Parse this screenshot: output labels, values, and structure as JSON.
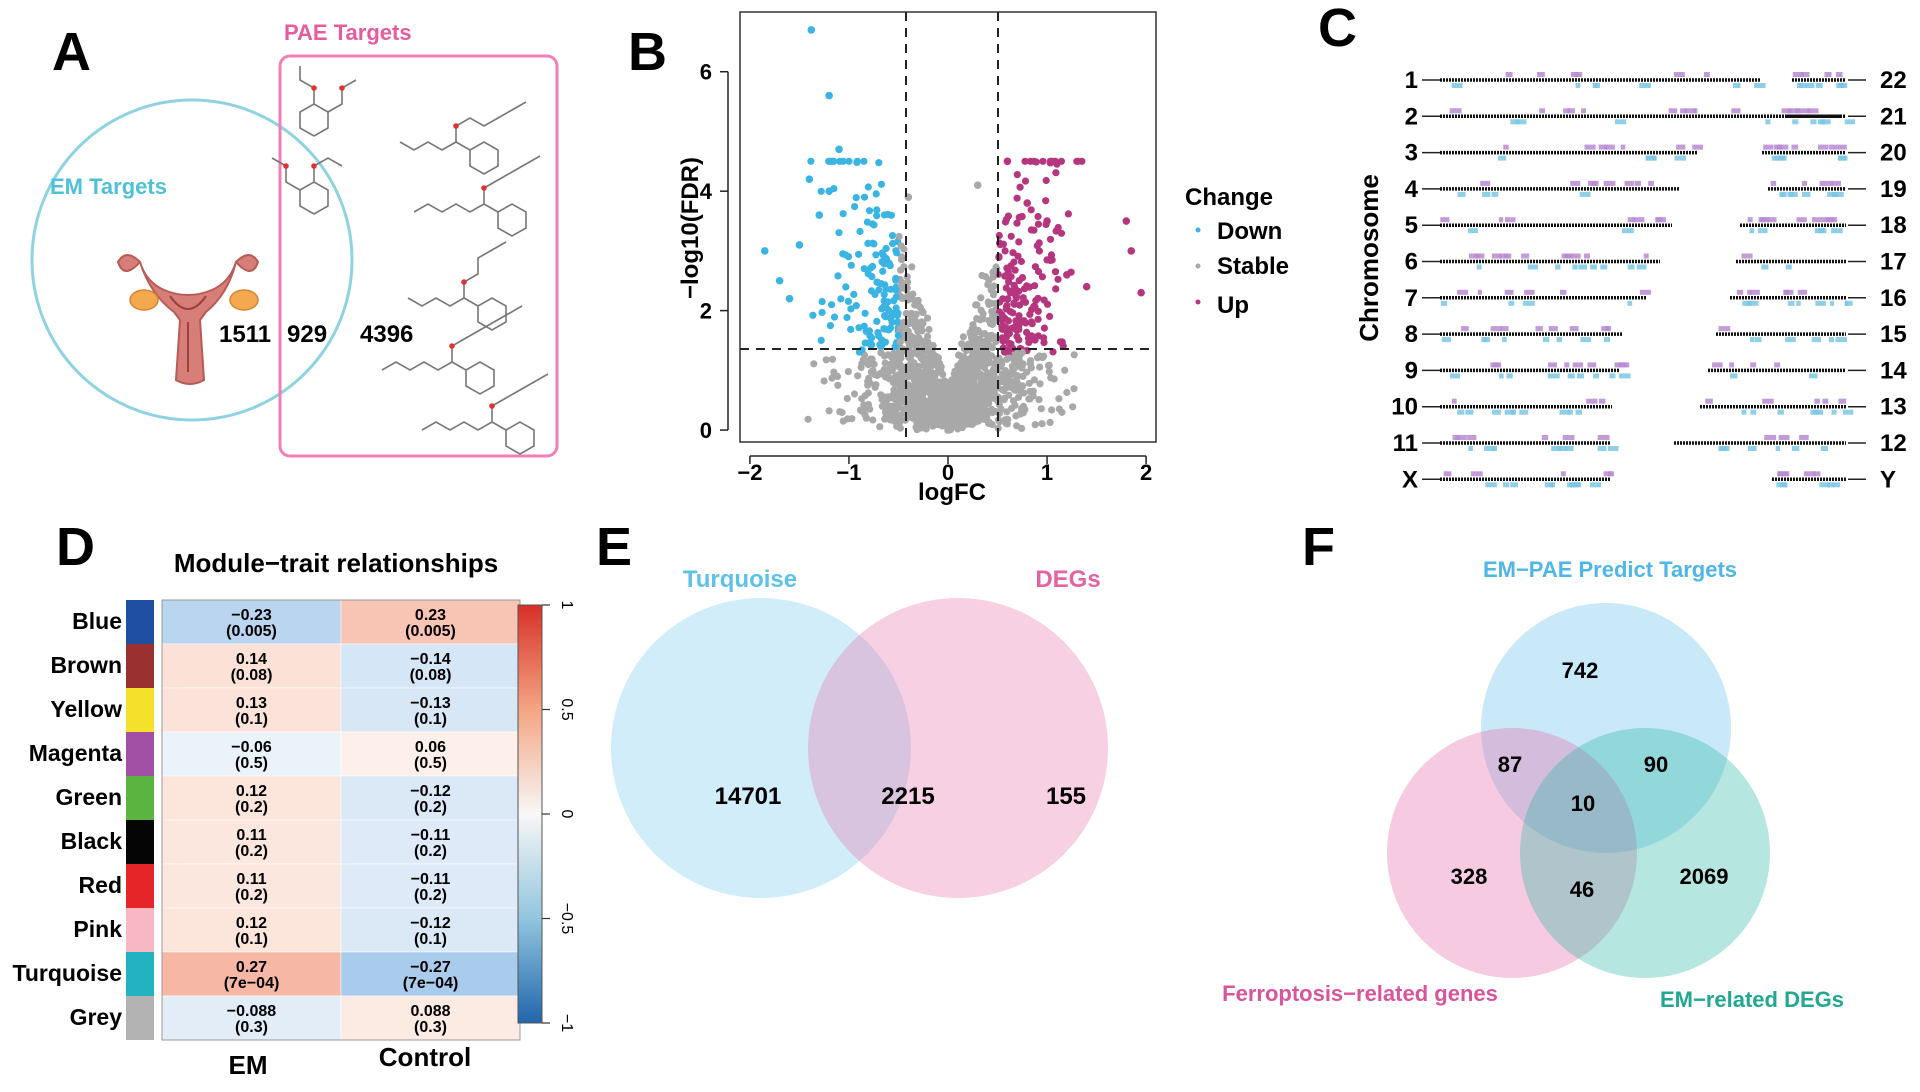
{
  "panels": {
    "A": "A",
    "B": "B",
    "C": "C",
    "D": "D",
    "E": "E",
    "F": "F"
  },
  "panelA": {
    "em_label": "EM Targets",
    "pae_label": "PAE Targets",
    "em_only": "1511",
    "overlap": "929",
    "pae_only": "4396",
    "em_color": "#8fd3e3",
    "pae_color": "#ef7fb4"
  },
  "panelB": {
    "xlabel": "logFC",
    "ylabel": "−log10(FDR)",
    "legend_title": "Change",
    "legend": [
      "Down",
      "Stable",
      "Up"
    ],
    "colors": {
      "Down": "#3ab4e2",
      "Stable": "#a8a8a8",
      "Up": "#b5367e"
    },
    "x_ticks": [
      "−2",
      "−1",
      "0",
      "1",
      "2"
    ],
    "y_ticks": [
      "0",
      "2",
      "4",
      "6"
    ]
  },
  "panelC": {
    "ylabel": "Chromosome",
    "left_labels": [
      "1",
      "2",
      "3",
      "4",
      "5",
      "6",
      "7",
      "8",
      "9",
      "10",
      "11",
      "X"
    ],
    "right_labels": [
      "22",
      "21",
      "20",
      "19",
      "18",
      "17",
      "16",
      "15",
      "14",
      "13",
      "12",
      "Y"
    ]
  },
  "panelD": {
    "title": "Module−trait relationships",
    "columns": [
      "EM",
      "Control"
    ],
    "modules": [
      {
        "name": "Blue",
        "color": "#1f4fa3",
        "em": "−0.23",
        "em_p": "(0.005)",
        "ctrl": "0.23",
        "ctrl_p": "(0.005)",
        "em_fill": "#b9d5ef",
        "ctrl_fill": "#f8c4b3"
      },
      {
        "name": "Brown",
        "color": "#9b3030",
        "em": "0.14",
        "em_p": "(0.08)",
        "ctrl": "−0.14",
        "ctrl_p": "(0.08)",
        "em_fill": "#fbe1d6",
        "ctrl_fill": "#d5e6f6"
      },
      {
        "name": "Yellow",
        "color": "#f4e12c",
        "em": "0.13",
        "em_p": "(0.1)",
        "ctrl": "−0.13",
        "ctrl_p": "(0.1)",
        "em_fill": "#fbe3d9",
        "ctrl_fill": "#d8e7f6"
      },
      {
        "name": "Magenta",
        "color": "#a24fa6",
        "em": "−0.06",
        "em_p": "(0.5)",
        "ctrl": "0.06",
        "ctrl_p": "(0.5)",
        "em_fill": "#eaf2fa",
        "ctrl_fill": "#fdf0ea"
      },
      {
        "name": "Green",
        "color": "#5bb340",
        "em": "0.12",
        "em_p": "(0.2)",
        "ctrl": "−0.12",
        "ctrl_p": "(0.2)",
        "em_fill": "#fce5db",
        "ctrl_fill": "#dbe9f7"
      },
      {
        "name": "Black",
        "color": "#050505",
        "em": "0.11",
        "em_p": "(0.2)",
        "ctrl": "−0.11",
        "ctrl_p": "(0.2)",
        "em_fill": "#fce7de",
        "ctrl_fill": "#deeaf7"
      },
      {
        "name": "Red",
        "color": "#e52528",
        "em": "0.11",
        "em_p": "(0.2)",
        "ctrl": "−0.11",
        "ctrl_p": "(0.2)",
        "em_fill": "#fce7de",
        "ctrl_fill": "#deeaf7"
      },
      {
        "name": "Pink",
        "color": "#f7b8c4",
        "em": "0.12",
        "em_p": "(0.1)",
        "ctrl": "−0.12",
        "ctrl_p": "(0.1)",
        "em_fill": "#fce5db",
        "ctrl_fill": "#dbe9f7"
      },
      {
        "name": "Turquoise",
        "color": "#22b3c0",
        "em": "0.27",
        "em_p": "(7e−04)",
        "ctrl": "−0.27",
        "ctrl_p": "(7e−04)",
        "em_fill": "#f6b8a5",
        "ctrl_fill": "#a9cbec"
      },
      {
        "name": "Grey",
        "color": "#b3b3b3",
        "em": "−0.088",
        "em_p": "(0.3)",
        "ctrl": "0.088",
        "ctrl_p": "(0.3)",
        "em_fill": "#e2edf8",
        "ctrl_fill": "#fcebe3"
      }
    ],
    "scale_ticks": [
      "1",
      "0.5",
      "0",
      "−0.5",
      "−1"
    ]
  },
  "panelE": {
    "left_label": "Turquoise",
    "right_label": "DEGs",
    "left_only": "14701",
    "overlap": "2215",
    "right_only": "155",
    "left_color": "#62c4ec",
    "right_color": "#e878b0"
  },
  "panelF": {
    "top_label": "EM−PAE Predict Targets",
    "left_label": "Ferroptosis−related genes",
    "right_label": "EM−related DEGs",
    "top_only": "742",
    "left_only": "328",
    "right_only": "2069",
    "top_left": "87",
    "top_right": "90",
    "left_right": "46",
    "center": "10",
    "top_color": "#4fb6e8",
    "left_color": "#e469a8",
    "right_color": "#2ab8a4"
  },
  "chart_data": [
    {
      "type": "scatter",
      "title": "",
      "xlabel": "logFC",
      "ylabel": "−log10(FDR)",
      "xlim": [
        -2.1,
        2.1
      ],
      "ylim": [
        -0.2,
        7
      ],
      "thresholds": {
        "logFC": [
          -0.5,
          0.5
        ],
        "fdr_line": 1.3
      },
      "series": [
        {
          "name": "Down",
          "points": [
            [
              -1.85,
              3.0
            ],
            [
              -1.7,
              2.5
            ],
            [
              -1.6,
              2.2
            ],
            [
              -1.5,
              3.1
            ],
            [
              -1.4,
              4.2
            ],
            [
              -1.38,
              6.7
            ],
            [
              -1.3,
              3.6
            ],
            [
              -1.2,
              5.6
            ],
            [
              -1.2,
              4.0
            ],
            [
              -1.1,
              4.7
            ]
          ]
        },
        {
          "name": "Stable",
          "points": [
            [
              -0.4,
              3.9
            ],
            [
              0.3,
              4.1
            ],
            [
              0.0,
              0.0
            ]
          ]
        },
        {
          "name": "Up",
          "points": [
            [
              0.6,
              4.5
            ],
            [
              0.8,
              3.8
            ],
            [
              1.0,
              3.5
            ],
            [
              1.2,
              2.6
            ],
            [
              1.4,
              2.4
            ],
            [
              1.8,
              3.5
            ],
            [
              1.85,
              3.0
            ],
            [
              1.95,
              2.3
            ]
          ]
        }
      ]
    },
    {
      "type": "heatmap",
      "title": "Module−trait relationships",
      "rows": [
        "Blue",
        "Brown",
        "Yellow",
        "Magenta",
        "Green",
        "Black",
        "Red",
        "Pink",
        "Turquoise",
        "Grey"
      ],
      "columns": [
        "EM",
        "Control"
      ],
      "values": [
        [
          -0.23,
          0.23
        ],
        [
          0.14,
          -0.14
        ],
        [
          0.13,
          -0.13
        ],
        [
          -0.06,
          0.06
        ],
        [
          0.12,
          -0.12
        ],
        [
          0.11,
          -0.11
        ],
        [
          0.11,
          -0.11
        ],
        [
          0.12,
          -0.12
        ],
        [
          0.27,
          -0.27
        ],
        [
          -0.088,
          0.088
        ]
      ],
      "pvalues": [
        [
          "0.005",
          "0.005"
        ],
        [
          "0.08",
          "0.08"
        ],
        [
          "0.1",
          "0.1"
        ],
        [
          "0.5",
          "0.5"
        ],
        [
          "0.2",
          "0.2"
        ],
        [
          "0.2",
          "0.2"
        ],
        [
          "0.2",
          "0.2"
        ],
        [
          "0.1",
          "0.1"
        ],
        [
          "7e-04",
          "7e-04"
        ],
        [
          "0.3",
          "0.3"
        ]
      ],
      "scale": [
        -1,
        1
      ]
    }
  ]
}
